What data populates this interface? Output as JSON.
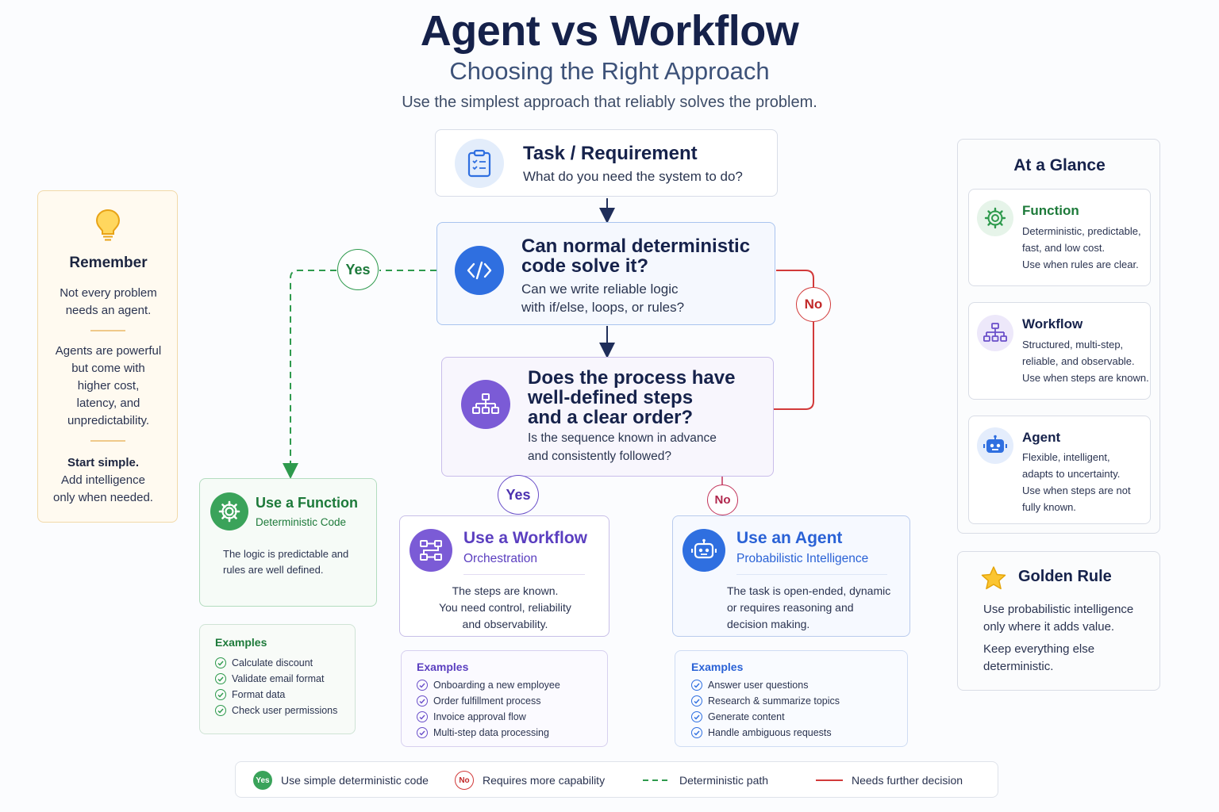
{
  "header": {
    "title": "Agent vs Workflow",
    "subtitle": "Choosing the Right Approach",
    "tagline": "Use the simplest approach that reliably solves the problem."
  },
  "task": {
    "title": "Task / Requirement",
    "desc": "What do you need the system to do?",
    "icon": "clipboard-icon"
  },
  "q1": {
    "title_line1": "Can normal deterministic",
    "title_line2": "code solve it?",
    "desc_line1": "Can we write reliable logic",
    "desc_line2": "with if/else, loops, or rules?",
    "icon": "code-icon"
  },
  "q2": {
    "title_line1": "Does the process have",
    "title_line2": "well-defined steps",
    "title_line3": "and a clear order?",
    "desc_line1": "Is the sequence known in advance",
    "desc_line2": "and consistently followed?",
    "icon": "hierarchy-icon"
  },
  "badges": {
    "yes": "Yes",
    "no": "No"
  },
  "function": {
    "title": "Use a Function",
    "subtitle": "Deterministic Code",
    "desc_line1": "The logic is predictable and",
    "desc_line2": "rules are well defined.",
    "examples_title": "Examples",
    "examples": [
      "Calculate discount",
      "Validate email format",
      "Format data",
      "Check user permissions"
    ]
  },
  "workflow": {
    "title": "Use a Workflow",
    "subtitle": "Orchestration",
    "desc_line1": "The steps are known.",
    "desc_line2": "You need control, reliability",
    "desc_line3": "and observability.",
    "examples_title": "Examples",
    "examples": [
      "Onboarding a new employee",
      "Order fulfillment process",
      "Invoice approval flow",
      "Multi-step data processing"
    ]
  },
  "agent": {
    "title": "Use an Agent",
    "subtitle": "Probabilistic Intelligence",
    "desc_line1": "The task is open-ended, dynamic",
    "desc_line2": "or requires reasoning and",
    "desc_line3": "decision making.",
    "examples_title": "Examples",
    "examples": [
      "Answer user questions",
      "Research & summarize topics",
      "Generate content",
      "Handle ambiguous requests"
    ]
  },
  "remember": {
    "title": "Remember",
    "p1_line1": "Not every problem",
    "p1_line2": "needs an agent.",
    "p2_line1": "Agents are powerful",
    "p2_line2": "but come with",
    "p2_line3": "higher cost,",
    "p2_line4": "latency, and",
    "p2_line5": "unpredictability.",
    "p3_bold": "Start simple.",
    "p3_line1": "Add intelligence",
    "p3_line2": "only when needed."
  },
  "glance": {
    "title": "At a Glance",
    "function": {
      "title": "Function",
      "line1": "Deterministic, predictable,",
      "line2": "fast, and low cost.",
      "line3": "Use when rules are clear."
    },
    "workflow": {
      "title": "Workflow",
      "line1": "Structured, multi-step,",
      "line2": "reliable, and observable.",
      "line3": "Use when steps are known."
    },
    "agent": {
      "title": "Agent",
      "line1": "Flexible, intelligent,",
      "line2": "adapts to uncertainty.",
      "line3": "Use when steps are not",
      "line4": "fully known."
    }
  },
  "golden": {
    "title": "Golden Rule",
    "line1": "Use probabilistic intelligence",
    "line2": "only where it adds value.",
    "line3": "Keep everything else",
    "line4": "deterministic."
  },
  "legend": {
    "yes_badge": "Yes",
    "yes_label": "Use simple deterministic code",
    "no_badge": "No",
    "no_label": "Requires more capability",
    "dashed_label": "Deterministic path",
    "solid_label": "Needs further decision"
  },
  "colors": {
    "navy": "#16224b",
    "green": "#2e9a4d",
    "red": "#d23a3a",
    "purple": "#6a4fc9",
    "blue": "#2f6fe0",
    "crimson": "#c2325a"
  }
}
